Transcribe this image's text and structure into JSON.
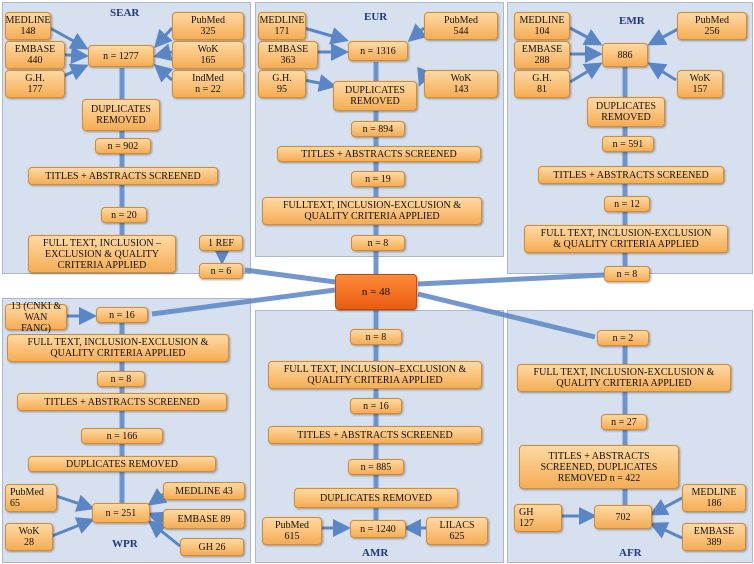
{
  "regions": {
    "sear": {
      "label": "SEAR",
      "medline": "MEDLINE\n148",
      "pubmed": "PubMed\n325",
      "embase": "EMBASE\n440",
      "wok": "WoK\n165",
      "gh": "G.H.\n177",
      "indmed": "IndMed\nn = 22",
      "n_total": "n = 1277",
      "duplicates": "DUPLICATES\nREMOVED",
      "n_after_dup": "n = 902",
      "screen": "TITLES + ABSTRACTS SCREENED",
      "n_after_screen": "n = 20",
      "fulltext": "FULL TEXT, INCLUSION –\nEXCLUSION & QUALITY\nCRITERIA APPLIED",
      "ref": "1 REF",
      "n_final": "n = 6"
    },
    "eur": {
      "label": "EUR",
      "medline": "MEDLINE\n171",
      "pubmed": "PubMed\n544",
      "embase": "EMBASE\n363",
      "gh": "G.H.\n95",
      "wok": "WoK\n143",
      "n_total": "n = 1316",
      "duplicates": "DUPLICATES\nREMOVED",
      "n_after_dup": "n = 894",
      "screen": "TITLES + ABSTRACTS SCREENED",
      "n_after_screen": "n = 19",
      "fulltext": "FULLTEXT, INCLUSION-EXCLUSION &\nQUALITY CRITERIA APPLIED",
      "n_final": "n = 8"
    },
    "emr": {
      "label": "EMR",
      "medline": "MEDLINE\n104",
      "pubmed": "PubMed\n256",
      "embase": "EMBASE\n288",
      "gh": "G.H.\n81",
      "wok": "WoK\n157",
      "n_total": "886",
      "duplicates": "DUPLICATES\nREMOVED",
      "n_after_dup": "n = 591",
      "screen": "TITLES + ABSTRACTS SCREENED",
      "n_after_screen": "n = 12",
      "fulltext": "FULL TEXT, INCLUSION-EXCLUSION\n& QUALITY CRITERIA APPLIED",
      "n_final": "n = 8"
    },
    "wpr": {
      "label": "WPR",
      "cnki": "13 (CNKI &\nWAN FANG)",
      "n_final": "n = 16",
      "fulltext": "FULL TEXT, INCLUSION-EXCLUSION &\nQUALITY CRITERIA APPLIED",
      "n_after_screen": "n = 8",
      "screen": "TITLES + ABSTRACTS SCREENED",
      "n_after_dup": "n =  166",
      "duplicates": "DUPLICATES REMOVED",
      "n_total": "n = 251",
      "pubmed": "PubMed\n65",
      "medline": "MEDLINE 43",
      "embase": "EMBASE  89",
      "wok": "WoK\n28",
      "gh": "GH  26"
    },
    "amr": {
      "label": "AMR",
      "n_final": "n = 8",
      "fulltext": "FULL TEXT, INCLUSION–EXCLUSION &\nQUALITY CRITERIA APPLIED",
      "n_after_screen": "n = 16",
      "screen": "TITLES + ABSTRACTS SCREENED",
      "n_after_dup": "n = 885",
      "duplicates": "DUPLICATES REMOVED",
      "n_total": "n = 1240",
      "pubmed": "PubMed\n615",
      "lilacs": "LILACS\n625"
    },
    "afr": {
      "label": "AFR",
      "n_final": "n = 2",
      "fulltext": "FULL TEXT, INCLUSION-EXCLUSION &\nQUALITY CRITERIA APPLIED",
      "n_after_screen": "n = 27",
      "screen": "TITLES + ABSTRACTS\nSCREENED, DUPLICATES\nREMOVED n = 422",
      "medline": "MEDLINE\n186",
      "gh": "GH\n127",
      "n_total": "702",
      "embase": "EMBASE\n389"
    }
  },
  "center": {
    "total": "n = 48"
  },
  "colors": {
    "panel": "#d7e0ee",
    "box": "#f5ad55",
    "center": "#e85c10",
    "arrow": "#5b86c5",
    "label": "#1f3a7a"
  }
}
